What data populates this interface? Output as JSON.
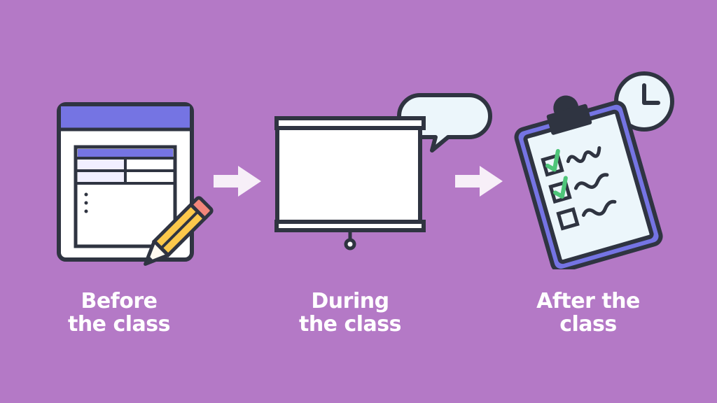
{
  "background_color": "#b479c6",
  "colors": {
    "outline": "#2f3441",
    "accent_blue": "#7574e3",
    "paper": "#ffffff",
    "light_panel": "#ecf6fb",
    "lavender_cell": "#f1efff",
    "pencil_body": "#fcc84b",
    "pencil_eraser": "#f2867a",
    "check_green": "#4ec579",
    "arrow": "#f7eff8"
  },
  "steps": [
    {
      "icon": "form-with-pencil-icon",
      "line1": "Before",
      "line2": "the class"
    },
    {
      "icon": "projector-screen-with-speech-bubble-icon",
      "line1": "During",
      "line2": "the class"
    },
    {
      "icon": "clipboard-checklist-with-clock-icon",
      "line1": "After the",
      "line2": "class"
    }
  ],
  "arrows": [
    {
      "icon": "arrow-right-icon"
    },
    {
      "icon": "arrow-right-icon"
    }
  ]
}
